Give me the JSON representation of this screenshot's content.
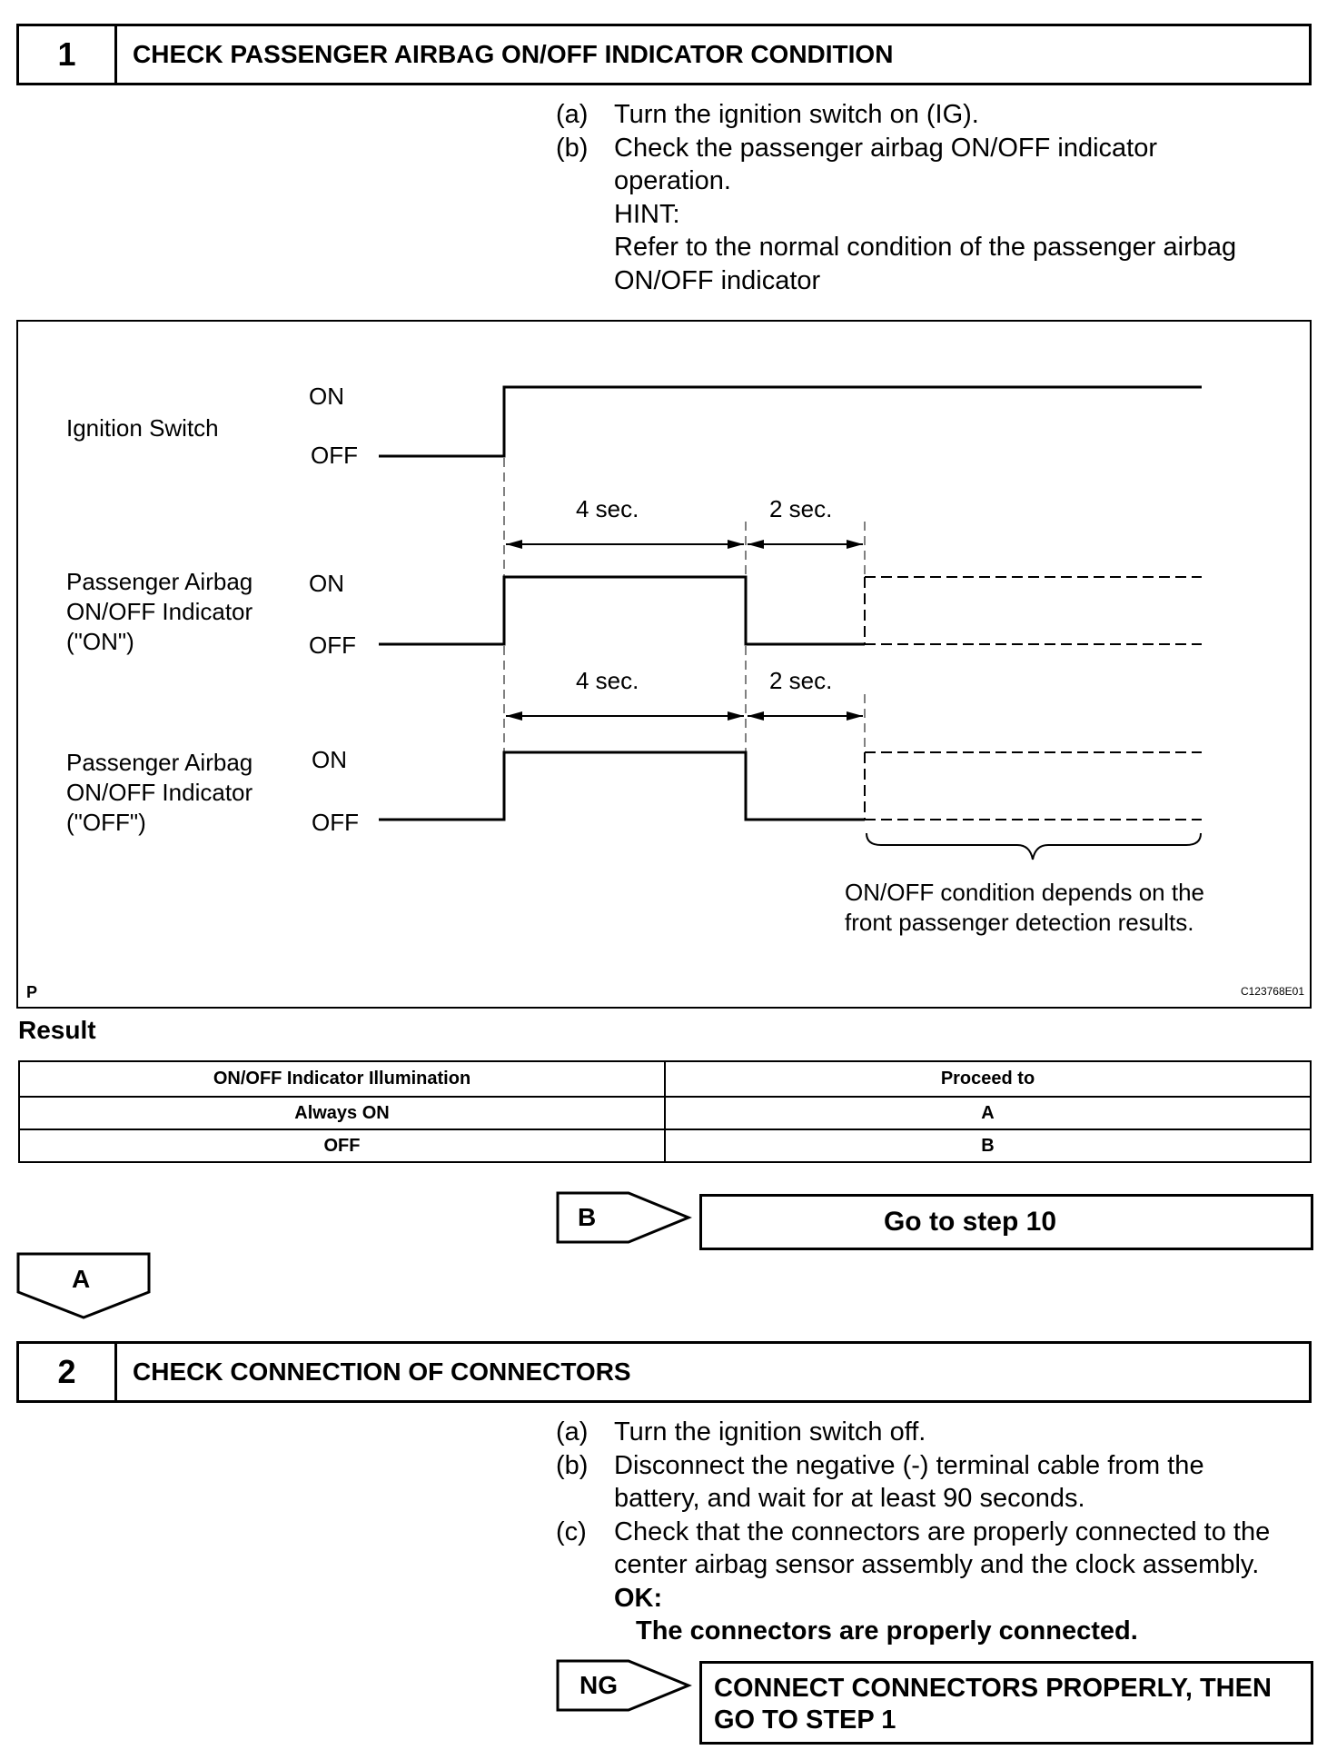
{
  "step1": {
    "number": "1",
    "title": "CHECK PASSENGER AIRBAG ON/OFF INDICATOR CONDITION",
    "instructions": [
      {
        "label": "(a)",
        "lines": [
          "Turn the ignition switch on (IG)."
        ]
      },
      {
        "label": "(b)",
        "lines": [
          "Check the passenger airbag ON/OFF indicator",
          "operation.",
          "HINT:",
          "Refer to the normal condition of the passenger airbag",
          "ON/OFF indicator"
        ]
      }
    ]
  },
  "diagram": {
    "signals": [
      {
        "name": "Ignition Switch",
        "on": "ON",
        "off": "OFF"
      },
      {
        "name_lines": [
          "Passenger Airbag",
          "ON/OFF Indicator",
          "(\"ON\")"
        ],
        "on": "ON",
        "off": "OFF"
      },
      {
        "name_lines": [
          "Passenger Airbag",
          "ON/OFF Indicator",
          "(\"OFF\")"
        ],
        "on": "ON",
        "off": "OFF"
      }
    ],
    "interval_1": "4 sec.",
    "interval_2": "2 sec.",
    "note_lines": [
      "ON/OFF condition depends on the",
      "front passenger detection results."
    ],
    "corner_left": "P",
    "corner_right": "C123768E01"
  },
  "result": {
    "heading": "Result",
    "columns": [
      "ON/OFF Indicator Illumination",
      "Proceed to"
    ],
    "rows": [
      [
        "Always ON",
        "A"
      ],
      [
        "OFF",
        "B"
      ]
    ]
  },
  "branch_b": {
    "label": "B",
    "action": "Go to step 10"
  },
  "branch_a": {
    "label": "A"
  },
  "step2": {
    "number": "2",
    "title": "CHECK CONNECTION OF CONNECTORS",
    "instructions": [
      {
        "label": "(a)",
        "lines": [
          "Turn the ignition switch off."
        ]
      },
      {
        "label": "(b)",
        "lines": [
          "Disconnect the negative (-) terminal cable from the",
          "battery, and wait for at least 90 seconds."
        ]
      },
      {
        "label": "(c)",
        "lines": [
          "Check that the connectors are properly connected to the",
          "center airbag sensor assembly and the clock assembly."
        ]
      }
    ],
    "ok_label": "OK:",
    "ok_text": "The connectors are properly connected."
  },
  "branch_ng": {
    "label": "NG",
    "action_lines": [
      "CONNECT CONNECTORS PROPERLY, THEN",
      "GO TO STEP 1"
    ]
  }
}
